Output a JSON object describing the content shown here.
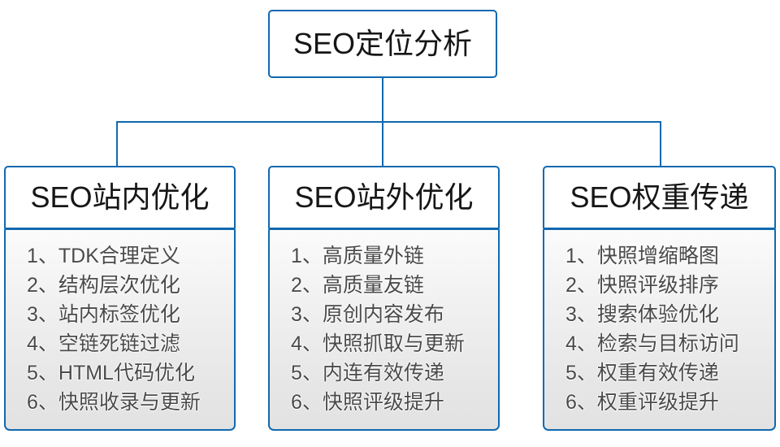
{
  "diagram": {
    "type": "org-tree",
    "accent_color": "#1169b0",
    "title_color": "#161616",
    "item_color": "#4a4a4a",
    "body_gradient_top": "#fbfbfb",
    "body_gradient_bottom": "#e2e2e2",
    "background": "#ffffff",
    "root": {
      "label": "SEO定位分析"
    },
    "columns": [
      {
        "header": "SEO站内优化",
        "items": [
          {
            "index": "1、",
            "label": "TDK合理定义"
          },
          {
            "index": "2、",
            "label": "结构层次优化"
          },
          {
            "index": "3、",
            "label": "站内标签优化"
          },
          {
            "index": "4、",
            "label": "空链死链过滤"
          },
          {
            "index": "5、",
            "label": "HTML代码优化"
          },
          {
            "index": "6、",
            "label": "快照收录与更新"
          }
        ]
      },
      {
        "header": "SEO站外优化",
        "items": [
          {
            "index": "1、",
            "label": "高质量外链"
          },
          {
            "index": "2、",
            "label": "高质量友链"
          },
          {
            "index": "3、",
            "label": "原创内容发布"
          },
          {
            "index": "4、",
            "label": "快照抓取与更新"
          },
          {
            "index": "5、",
            "label": "内连有效传递"
          },
          {
            "index": "6、",
            "label": "快照评级提升"
          }
        ]
      },
      {
        "header": "SEO权重传递",
        "items": [
          {
            "index": "1、",
            "label": "快照增缩略图"
          },
          {
            "index": "2、",
            "label": "快照评级排序"
          },
          {
            "index": "3、",
            "label": "搜索体验优化"
          },
          {
            "index": "4、",
            "label": "检索与目标访问"
          },
          {
            "index": "5、",
            "label": "权重有效传递"
          },
          {
            "index": "6、",
            "label": "权重评级提升"
          }
        ]
      }
    ]
  }
}
